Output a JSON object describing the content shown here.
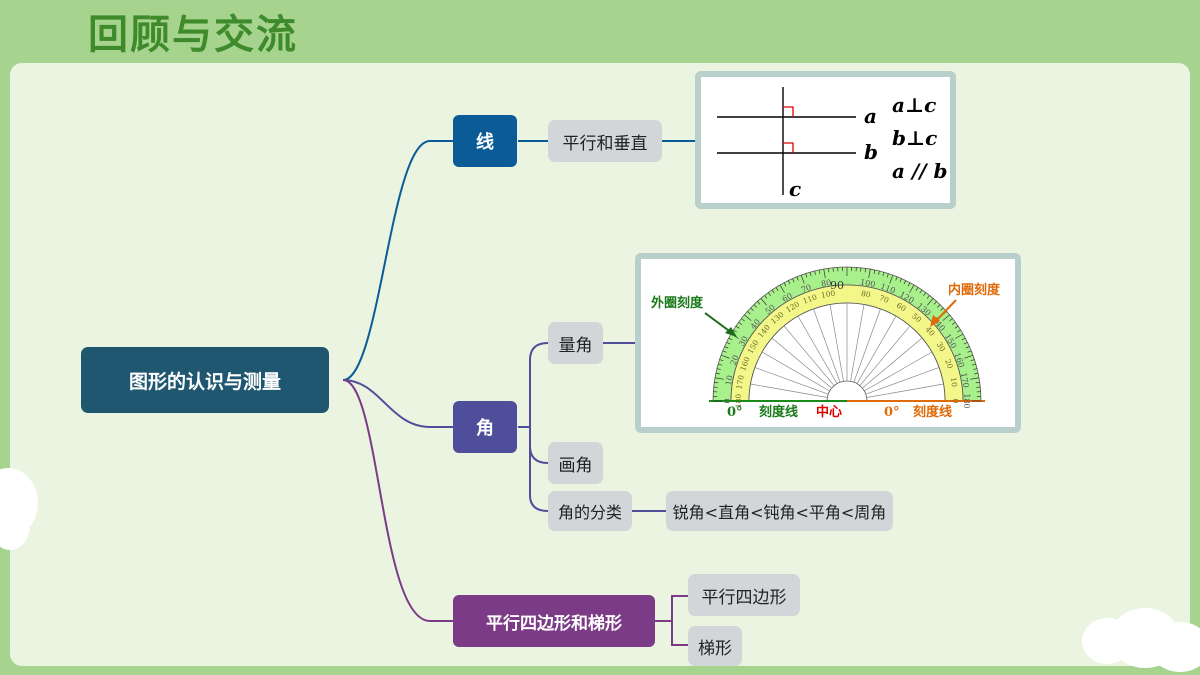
{
  "title": "回顾与交流",
  "root": "图形的认识与测量",
  "branches": {
    "line": {
      "label": "线",
      "child": "平行和垂直"
    },
    "angle": {
      "label": "角",
      "children": [
        "量角",
        "画角",
        "角的分类"
      ],
      "classification": "锐角<直角<钝角<平角<周角"
    },
    "quad": {
      "label": "平行四边形和梯形",
      "children": [
        "平行四边形",
        "梯形"
      ]
    }
  },
  "line_figure": {
    "labels": {
      "a": "a",
      "b": "b",
      "c": "c"
    },
    "relations": [
      "a⊥c",
      "b⊥c",
      "a // b"
    ]
  },
  "protractor": {
    "outer_label": "外圈刻度",
    "inner_label": "内圈刻度",
    "center_label": "中心",
    "left_zero": "0°",
    "right_zero": "0°",
    "scale_word": "刻度线",
    "top_mark": "90",
    "outer_numbers": [
      "0",
      "10",
      "20",
      "30",
      "40",
      "50",
      "60",
      "70",
      "80",
      "90",
      "100",
      "110",
      "120",
      "130",
      "140",
      "150",
      "160",
      "170",
      "180"
    ],
    "inner_numbers": [
      "180",
      "170",
      "160",
      "150",
      "140",
      "130",
      "120",
      "110",
      "100",
      "90",
      "80",
      "70",
      "60",
      "50",
      "40",
      "30",
      "20",
      "10",
      "0"
    ]
  },
  "colors": {
    "root": "#1f5770",
    "line_node": "#0b5c96",
    "angle_node": "#4e4e9b",
    "quad_node": "#7b3b86",
    "green_text": "#1a7a1a",
    "orange_text": "#e06a0a",
    "red_text": "#e00000"
  }
}
